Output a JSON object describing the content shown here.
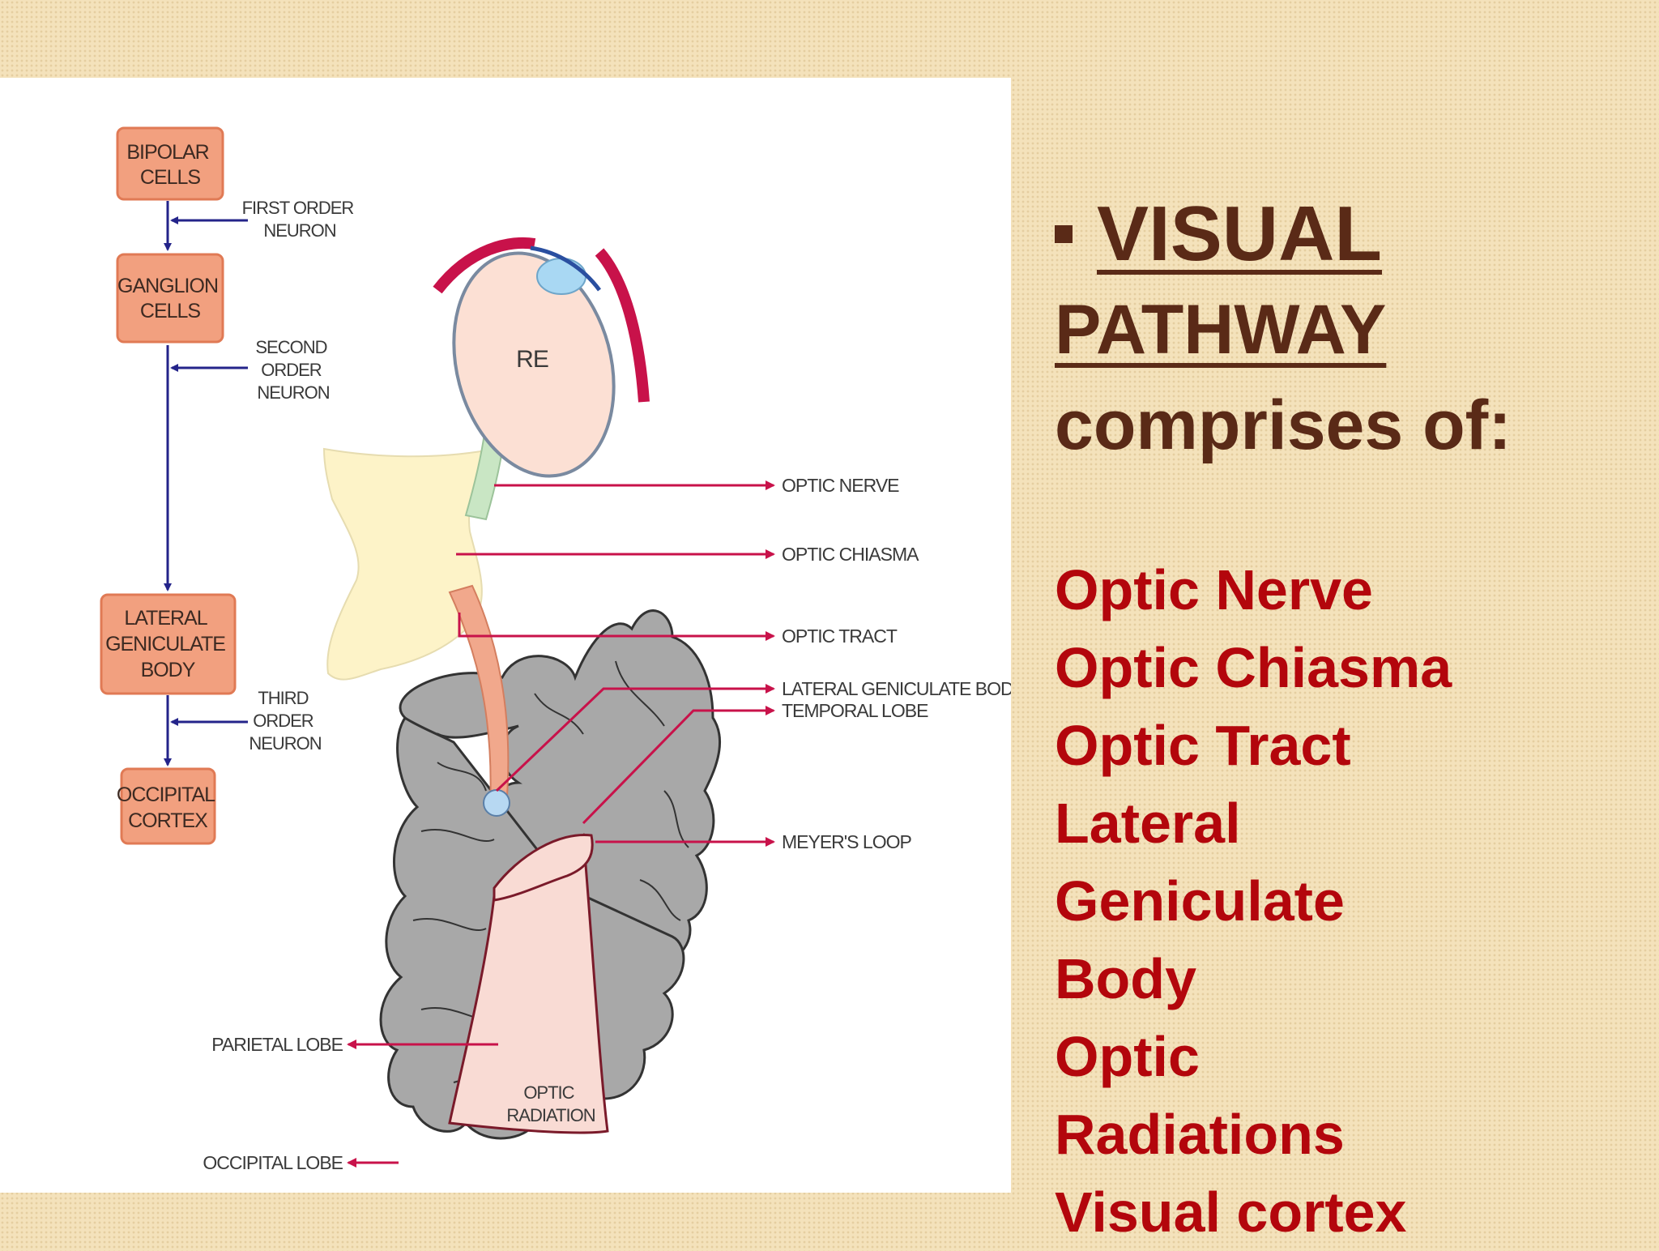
{
  "diagram": {
    "boxes": {
      "bipolar": [
        "BIPOLAR",
        "CELLS"
      ],
      "ganglion": [
        "GANGLION",
        "CELLS"
      ],
      "lgb": [
        "LATERAL",
        "GENICULATE",
        "BODY"
      ],
      "occipital_cortex": [
        "OCCIPITAL",
        "CORTEX"
      ]
    },
    "neuron_labels": {
      "first": [
        "FIRST ORDER",
        "NEURON"
      ],
      "second": [
        "SECOND",
        "ORDER",
        "NEURON"
      ],
      "third": [
        "THIRD",
        "ORDER",
        "NEURON"
      ]
    },
    "eye_label": "RE",
    "callouts": {
      "optic_nerve": "OPTIC NERVE",
      "optic_chiasma": "OPTIC CHIASMA",
      "optic_tract": "OPTIC TRACT",
      "lgb": "LATERAL GENICULATE BODY",
      "temporal_lobe": "TEMPORAL LOBE",
      "meyers_loop": "MEYER'S LOOP",
      "parietal_lobe": "PARIETAL LOBE",
      "occipital_lobe": "OCCIPITAL LOBE"
    },
    "radiation_label": [
      "OPTIC",
      "RADIATION"
    ],
    "colors": {
      "box_fill": "#f2a07f",
      "box_stroke": "#e07a55",
      "neuron_arrow": "#24248a",
      "callout_line": "#c8124a",
      "brain": "#a8a8a8",
      "chiasma": "#fdf3c8"
    }
  },
  "text_panel": {
    "bullet_icon": "square-bullet-icon",
    "heading_word1": "VISUAL",
    "heading_word2": "PATHWAY",
    "heading_line3": "comprises of:",
    "components": [
      "Optic Nerve",
      "Optic Chiasma",
      "Optic Tract",
      "Lateral",
      "Geniculate",
      "Body",
      "Optic",
      "Radiations",
      "Visual cortex"
    ],
    "colors": {
      "heading": "#5a2a17",
      "components": "#b3060c"
    }
  }
}
